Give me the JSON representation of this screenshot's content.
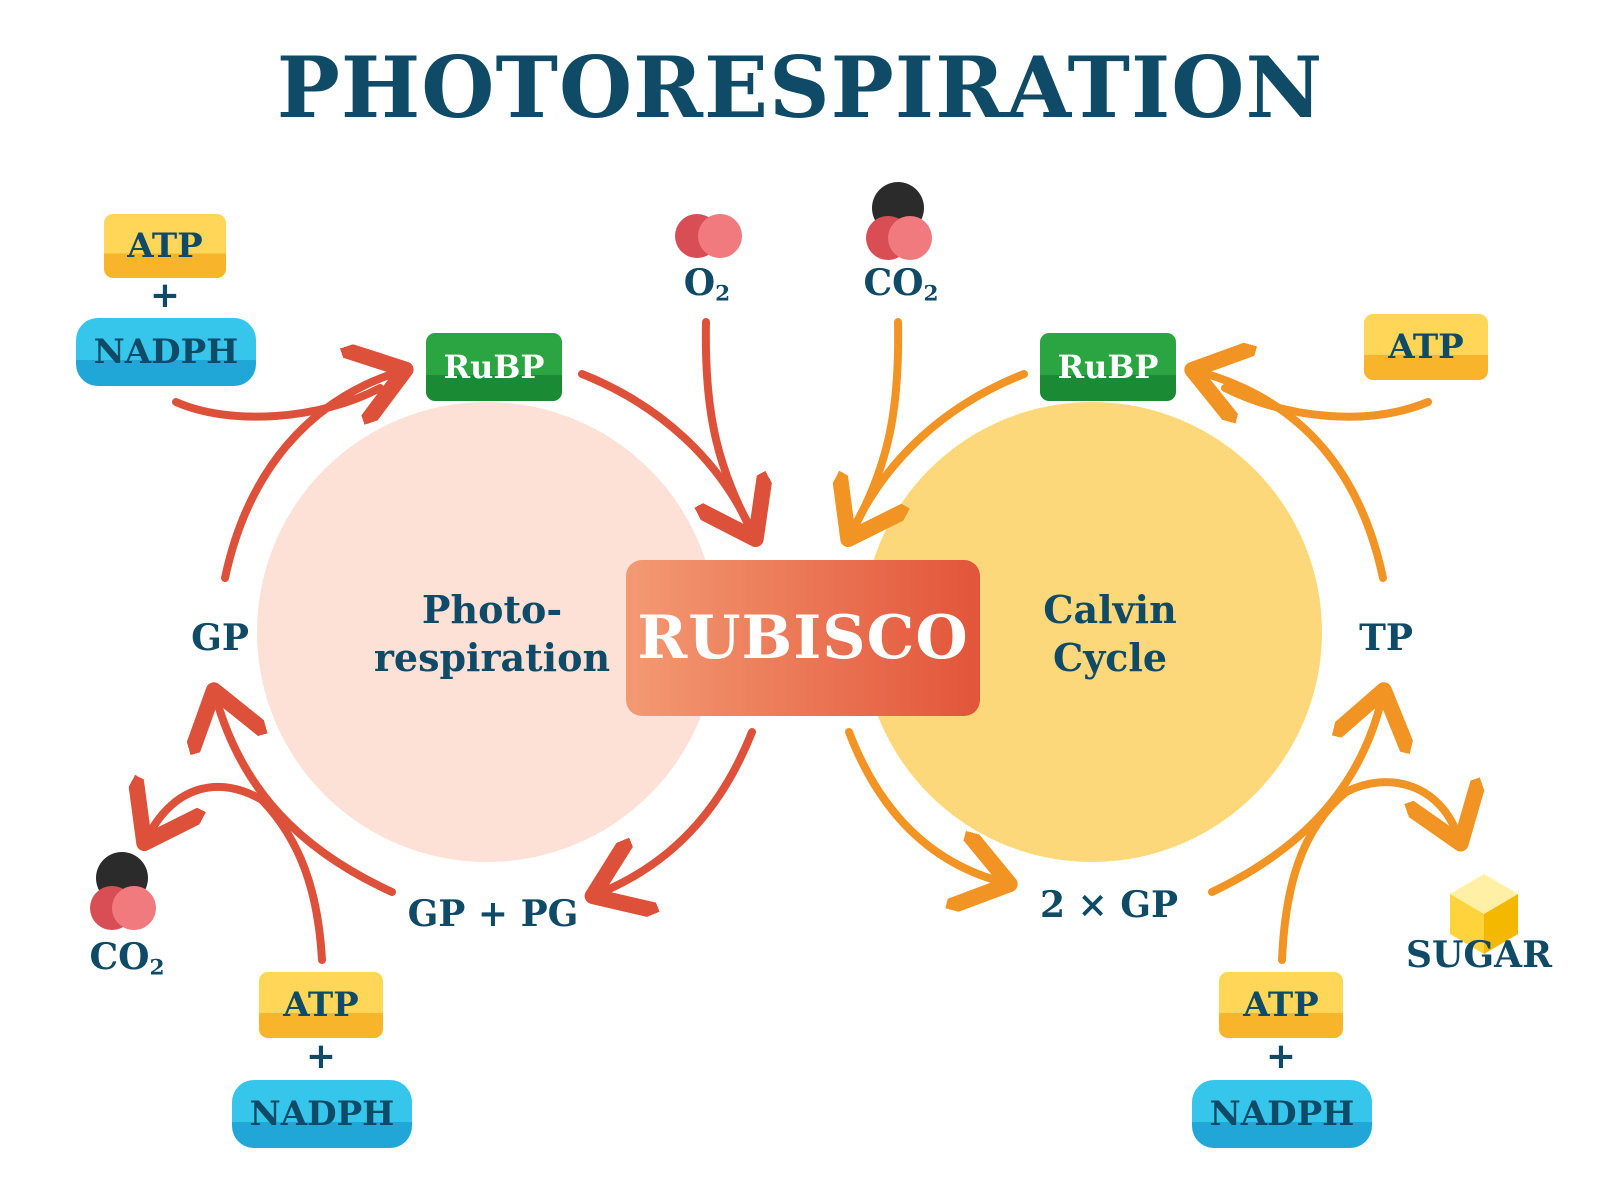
{
  "title": "PHOTORESPIRATION",
  "colors": {
    "navy": "#0f4a66",
    "red_arrow": "#dd513b",
    "orange_arrow": "#f19424",
    "photo_circle": "#fde0d6",
    "calvin_circle": "#fcd87a",
    "atp_box": "#ffd658",
    "nadph_box": "#2fbde8",
    "rubp_box": "#2aa542",
    "rubisco_box": "#ec6e4f",
    "oxygen_atom": "#e65a5f",
    "carbon_atom": "#2b2b2b",
    "sugar_cube": "#ffcf2e"
  },
  "center": {
    "enzyme": "RUBISCO"
  },
  "left_cycle": {
    "name_line1": "Photo-",
    "name_line2": "respiration",
    "rubp": "RuBP",
    "gp": "GP",
    "gp_pg": "GP + PG",
    "top_inputs": {
      "atp": "ATP",
      "plus": "+",
      "nadph": "NADPH"
    },
    "bottom_inputs": {
      "atp": "ATP",
      "plus": "+",
      "nadph": "NADPH"
    },
    "co2_out": {
      "base": "CO",
      "sub": "2"
    }
  },
  "right_cycle": {
    "name_line1": "Calvin",
    "name_line2": "Cycle",
    "rubp": "RuBP",
    "tp": "TP",
    "gp2": "2 × GP",
    "top_input": {
      "atp": "ATP"
    },
    "bottom_inputs": {
      "atp": "ATP",
      "plus": "+",
      "nadph": "NADPH"
    },
    "sugar": "SUGAR"
  },
  "gases": {
    "o2": {
      "base": "O",
      "sub": "2"
    },
    "co2": {
      "base": "CO",
      "sub": "2"
    }
  }
}
